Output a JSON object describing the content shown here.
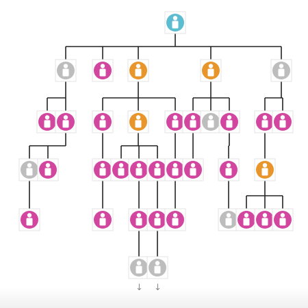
{
  "palette": {
    "root": "#5cbdd1",
    "pink": "#d2469f",
    "orange": "#e8952b",
    "gray": "#bdbdbd",
    "line": "#222222",
    "arrow": "#8a8a8a"
  },
  "nodes": [
    {
      "id": "root",
      "color": "root"
    },
    {
      "id": "g1a",
      "color": "gray"
    },
    {
      "id": "g1b",
      "color": "pink"
    },
    {
      "id": "g1c",
      "color": "orange"
    },
    {
      "id": "g1d",
      "color": "orange"
    },
    {
      "id": "g1e",
      "color": "gray"
    },
    {
      "id": "g2a",
      "color": "pink"
    },
    {
      "id": "g2b",
      "color": "pink"
    },
    {
      "id": "g2c",
      "color": "pink"
    },
    {
      "id": "g2d",
      "color": "orange"
    },
    {
      "id": "g2e",
      "color": "pink"
    },
    {
      "id": "g2f",
      "color": "pink"
    },
    {
      "id": "g2g",
      "color": "gray"
    },
    {
      "id": "g2h",
      "color": "pink"
    },
    {
      "id": "g2i",
      "color": "pink"
    },
    {
      "id": "g2j",
      "color": "pink"
    },
    {
      "id": "g3a",
      "color": "gray"
    },
    {
      "id": "g3b",
      "color": "pink"
    },
    {
      "id": "g3c",
      "color": "pink"
    },
    {
      "id": "g3d",
      "color": "pink"
    },
    {
      "id": "g3e",
      "color": "pink"
    },
    {
      "id": "g3f",
      "color": "pink"
    },
    {
      "id": "g3g",
      "color": "pink"
    },
    {
      "id": "g3h",
      "color": "pink"
    },
    {
      "id": "g3i",
      "color": "pink"
    },
    {
      "id": "g3j",
      "color": "orange"
    },
    {
      "id": "g4a",
      "color": "pink"
    },
    {
      "id": "g4b",
      "color": "pink"
    },
    {
      "id": "g4c",
      "color": "pink"
    },
    {
      "id": "g4d",
      "color": "pink"
    },
    {
      "id": "g4e",
      "color": "pink"
    },
    {
      "id": "g4f",
      "color": "gray"
    },
    {
      "id": "g4g",
      "color": "pink"
    },
    {
      "id": "g4h",
      "color": "pink"
    },
    {
      "id": "g4i",
      "color": "pink"
    },
    {
      "id": "g5a",
      "color": "gray"
    },
    {
      "id": "g5b",
      "color": "gray"
    }
  ],
  "edges": [
    {
      "parent": "root",
      "children": [
        "g1a",
        "g1b",
        "g1c",
        "g1d",
        "g1e"
      ]
    },
    {
      "parent": "g1a",
      "children": [
        "g2a",
        "g2b"
      ]
    },
    {
      "parent": "g1c",
      "children": [
        "g2c",
        "g2d",
        "g2e"
      ]
    },
    {
      "parent": "g1d",
      "children": [
        "g2f",
        "g2g",
        "g2h"
      ]
    },
    {
      "parent": "g1e",
      "children": [
        "g2i",
        "g2j"
      ]
    },
    {
      "parent": "g2b",
      "children": [
        "g3a",
        "g3b"
      ]
    },
    {
      "parent": "g2c",
      "children": [
        "g3c"
      ]
    },
    {
      "parent": "g2d",
      "children": [
        "g3d",
        "g3e",
        "g3f"
      ]
    },
    {
      "parent": "g2e",
      "children": [
        "g3g"
      ]
    },
    {
      "parent": "g2f",
      "children": [
        "g3h"
      ]
    },
    {
      "parent": "g2h",
      "children": [
        "g3i"
      ]
    },
    {
      "parent": "g2i",
      "children": [
        "g3j"
      ]
    },
    {
      "parent": "g3a",
      "children": [
        "g4a"
      ]
    },
    {
      "parent": "g3c",
      "children": [
        "g4b"
      ]
    },
    {
      "parent": "g3e",
      "children": [
        "g4c"
      ]
    },
    {
      "parent": "g3f",
      "children": [
        "g4d"
      ]
    },
    {
      "parent": "g3g",
      "children": [
        "g4e"
      ]
    },
    {
      "parent": "g3i",
      "children": [
        "g4f"
      ]
    },
    {
      "parent": "g3j",
      "children": [
        "g4g",
        "g4h",
        "g4i"
      ]
    },
    {
      "parent": "g4c",
      "children": [
        "g5a"
      ]
    },
    {
      "parent": "g4d",
      "children": [
        "g5b"
      ]
    }
  ],
  "continuation_arrows": [
    {
      "below": "g5a",
      "glyph": "↓"
    },
    {
      "below": "g5b",
      "glyph": "↓"
    }
  ]
}
